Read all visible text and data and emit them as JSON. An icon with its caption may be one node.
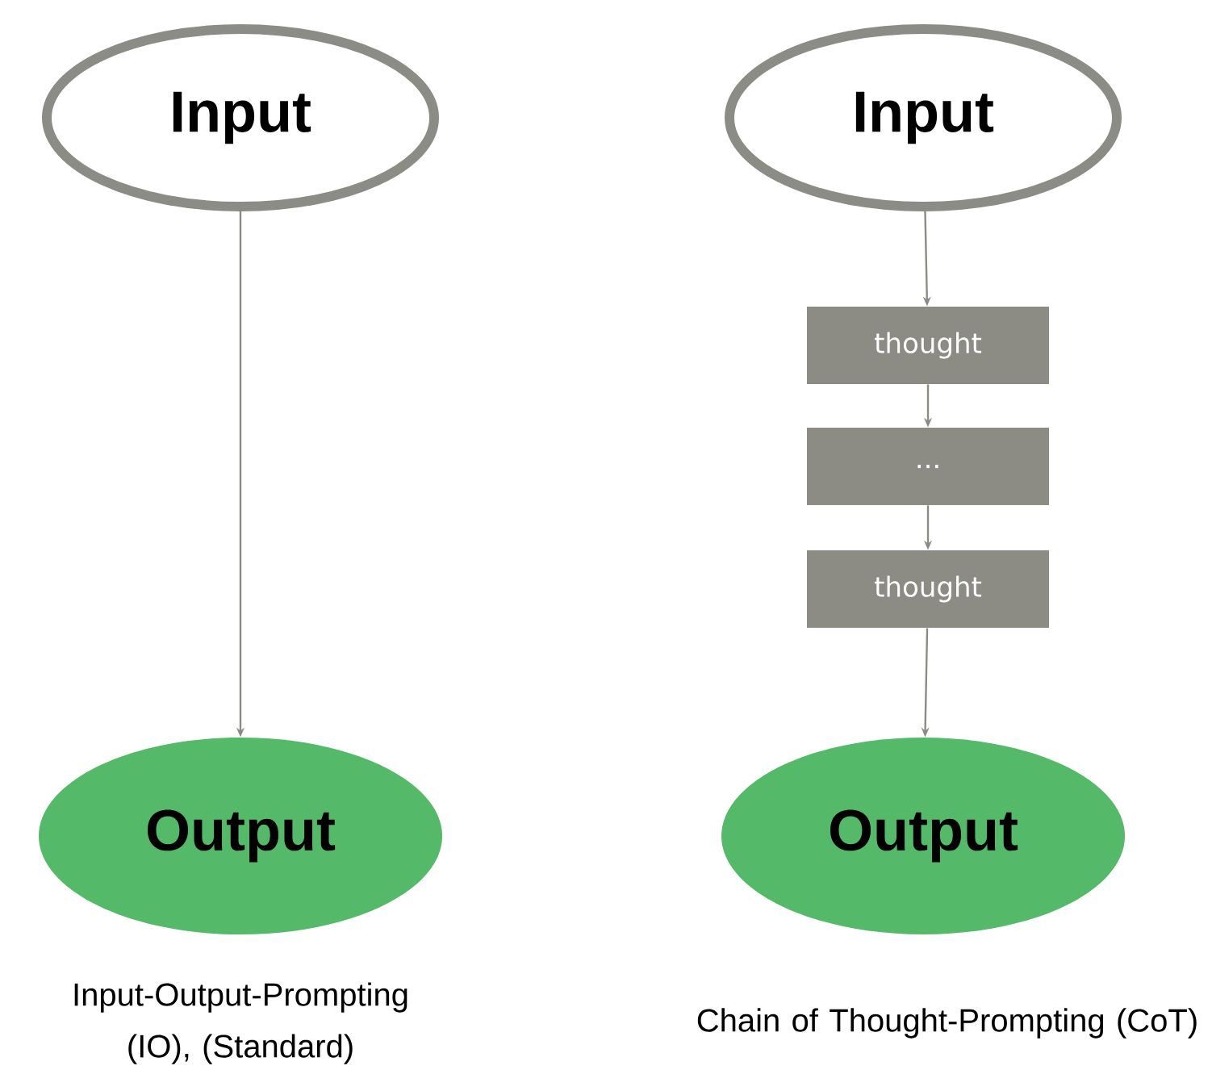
{
  "diagram": {
    "nodes": [
      {
        "text": [
          "Input"
        ]
      },
      {
        "text": [
          "Output"
        ]
      },
      {
        "text": [
          "Input"
        ]
      },
      {
        "text": [
          "thought"
        ]
      },
      {
        "text": [
          "..."
        ]
      },
      {
        "text": [
          "thought"
        ]
      },
      {
        "text": [
          "Output"
        ]
      }
    ],
    "edges": [
      {
        "from": 0,
        "to": 1,
        "arrow": "to"
      },
      {
        "from": 2,
        "to": 3,
        "arrow": "to"
      },
      {
        "from": 3,
        "to": 4,
        "arrow": "to"
      },
      {
        "from": 4,
        "to": 5,
        "arrow": "to"
      },
      {
        "from": 5,
        "to": 6,
        "arrow": "to"
      }
    ],
    "labels": [
      "Input-Output-Prompting (IO), (Standard)",
      "Chain of Thought-Prompting (CoT)"
    ]
  }
}
